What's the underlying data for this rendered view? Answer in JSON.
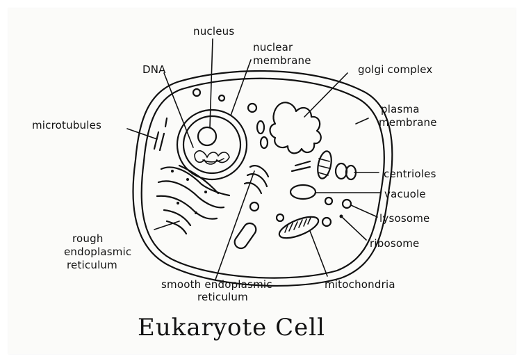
{
  "title": "Eukaryote Cell",
  "labels": {
    "nucleus": "nucleus",
    "nuclear_membrane_1": "nuclear",
    "nuclear_membrane_2": "membrane",
    "dna": "DNA",
    "golgi": "golgi complex",
    "plasma_1": "plasma",
    "plasma_2": "membrane",
    "microtubules": "microtubules",
    "centrioles": "centrioles",
    "vacuole": "vacuole",
    "lysosome": "lysosome",
    "ribosome": "ribosome",
    "rough_er_1": "rough",
    "rough_er_2": "endoplasmic",
    "rough_er_3": "reticulum",
    "smooth_er_1": "smooth endoplasmic",
    "smooth_er_2": "reticulum",
    "mitochondria": "mitochondria"
  },
  "colors": {
    "ink": "#111111",
    "paper": "#fbfbf9"
  }
}
